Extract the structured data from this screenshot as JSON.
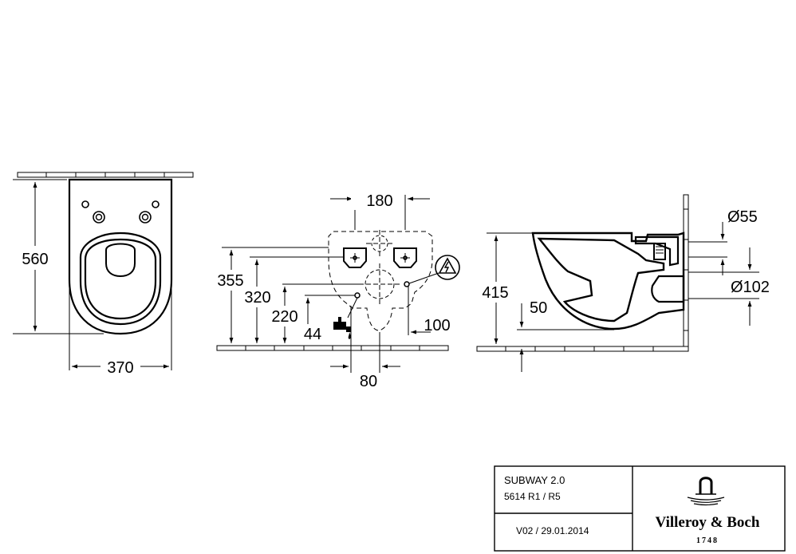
{
  "dimensions": {
    "front_height": "560",
    "front_width": "370",
    "mount_span": "180",
    "h355": "355",
    "h320": "320",
    "h220": "220",
    "h44": "44",
    "w100": "100",
    "w80": "80",
    "side_height": "415",
    "side_50": "50",
    "dia55": "Ø55",
    "dia102": "Ø102"
  },
  "title_block": {
    "product": "SUBWAY 2.0",
    "models": "5614 R1 / R5",
    "version": "V02 / 29.01.2014",
    "brand": "Villeroy & Boch",
    "year": "1748"
  },
  "icons": [
    "warning-icon",
    "water-tap-icon",
    "villeroy-boch-logo-icon"
  ]
}
